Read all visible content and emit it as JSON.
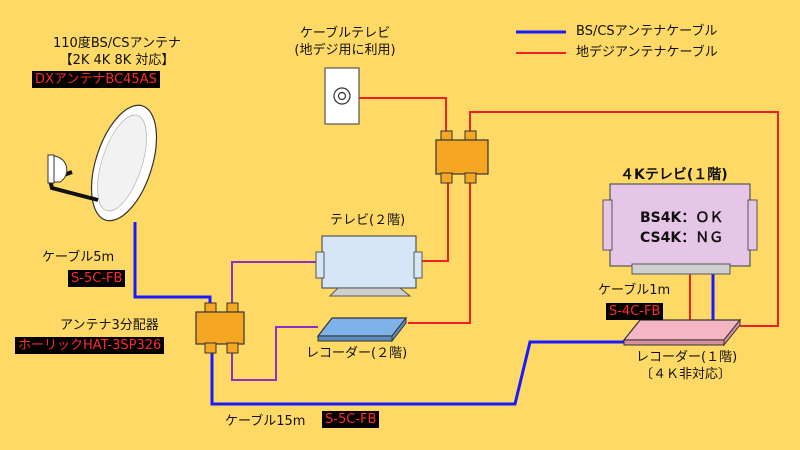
{
  "legend": {
    "bs_label": "BS/CSアンテナケーブル",
    "tv_label": "地デジアンテナケーブル",
    "bs_color": "#1a1aff",
    "tv_color": "#ee2222"
  },
  "antenna": {
    "title": "110度BS/CSアンテナ",
    "spec": "【2K 4K 8K 対応】",
    "model": "DXアンテナBC45AS"
  },
  "wall_tv": {
    "title": "ケーブルテレビ",
    "note": "(地デジ用に利用)"
  },
  "cable_5m": {
    "label": "ケーブル5m",
    "model": "S-5C-FB"
  },
  "splitter": {
    "label": "アンテナ3分配器",
    "model": "ホーリックHAT-3SP326"
  },
  "tv2": {
    "label": "テレビ(２階)"
  },
  "recorder2": {
    "label": "レコーダー(２階)"
  },
  "cable_15m": {
    "label": "ケーブル15m",
    "model": "S-5C-FB"
  },
  "tv4k": {
    "title": "４Kテレビ(１階)",
    "bs4k": "BS4K：ＯＫ",
    "cs4k": "CS4K：ＮＧ"
  },
  "cable_1m": {
    "label": "ケーブル1m",
    "model": "S-4C-FB"
  },
  "recorder1": {
    "label": "レコーダー(１階)",
    "note": "〔４Ｋ非対応〕"
  },
  "colors": {
    "background": "#ffd966",
    "purple_line": "#8b2fc9",
    "splitter": "#f5a623",
    "tv4k_body": "#e6c6e6",
    "tv2_body": "#d6e6f7",
    "recorder2_body": "#7fb2e8",
    "recorder1_body": "#f4b6c2"
  },
  "icons": [
    "parabolic-dish-icon",
    "wall-outlet-icon",
    "splitter-icon",
    "tv-icon",
    "recorder-icon"
  ]
}
